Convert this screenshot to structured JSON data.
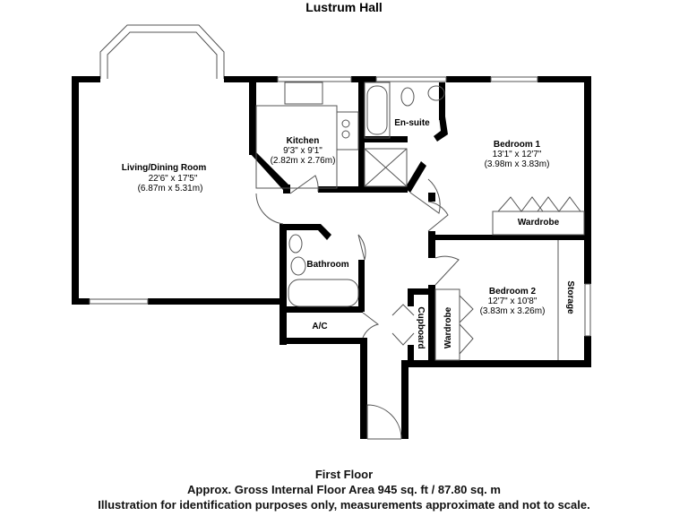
{
  "title": "Lustrum Hall",
  "rooms": {
    "living": {
      "name": "Living/Dining Room",
      "imperial": "22'6\" x 17'5\"",
      "metric": "(6.87m x 5.31m)"
    },
    "kitchen": {
      "name": "Kitchen",
      "imperial": "9'3\" x 9'1\"",
      "metric": "(2.82m x 2.76m)"
    },
    "ensuite": {
      "name": "En-suite"
    },
    "bedroom1": {
      "name": "Bedroom 1",
      "imperial": "13'1\" x 12'7\"",
      "metric": "(3.98m x 3.83m)"
    },
    "bedroom2": {
      "name": "Bedroom 2",
      "imperial": "12'7\" x 10'8\"",
      "metric": "(3.83m x 3.26m)"
    },
    "bathroom": {
      "name": "Bathroom"
    },
    "ac": {
      "name": "A/C"
    },
    "wardrobe1": {
      "name": "Wardrobe"
    },
    "wardrobe2": {
      "name": "Wardrobe"
    },
    "cupboard": {
      "name": "Cupboard"
    },
    "storage": {
      "name": "Storage"
    }
  },
  "footer": {
    "floor": "First Floor",
    "area": "Approx. Gross Internal Floor Area 945 sq. ft / 87.80 sq. m",
    "disclaimer": "Illustration for identification purposes only, measurements approximate and not to scale."
  }
}
